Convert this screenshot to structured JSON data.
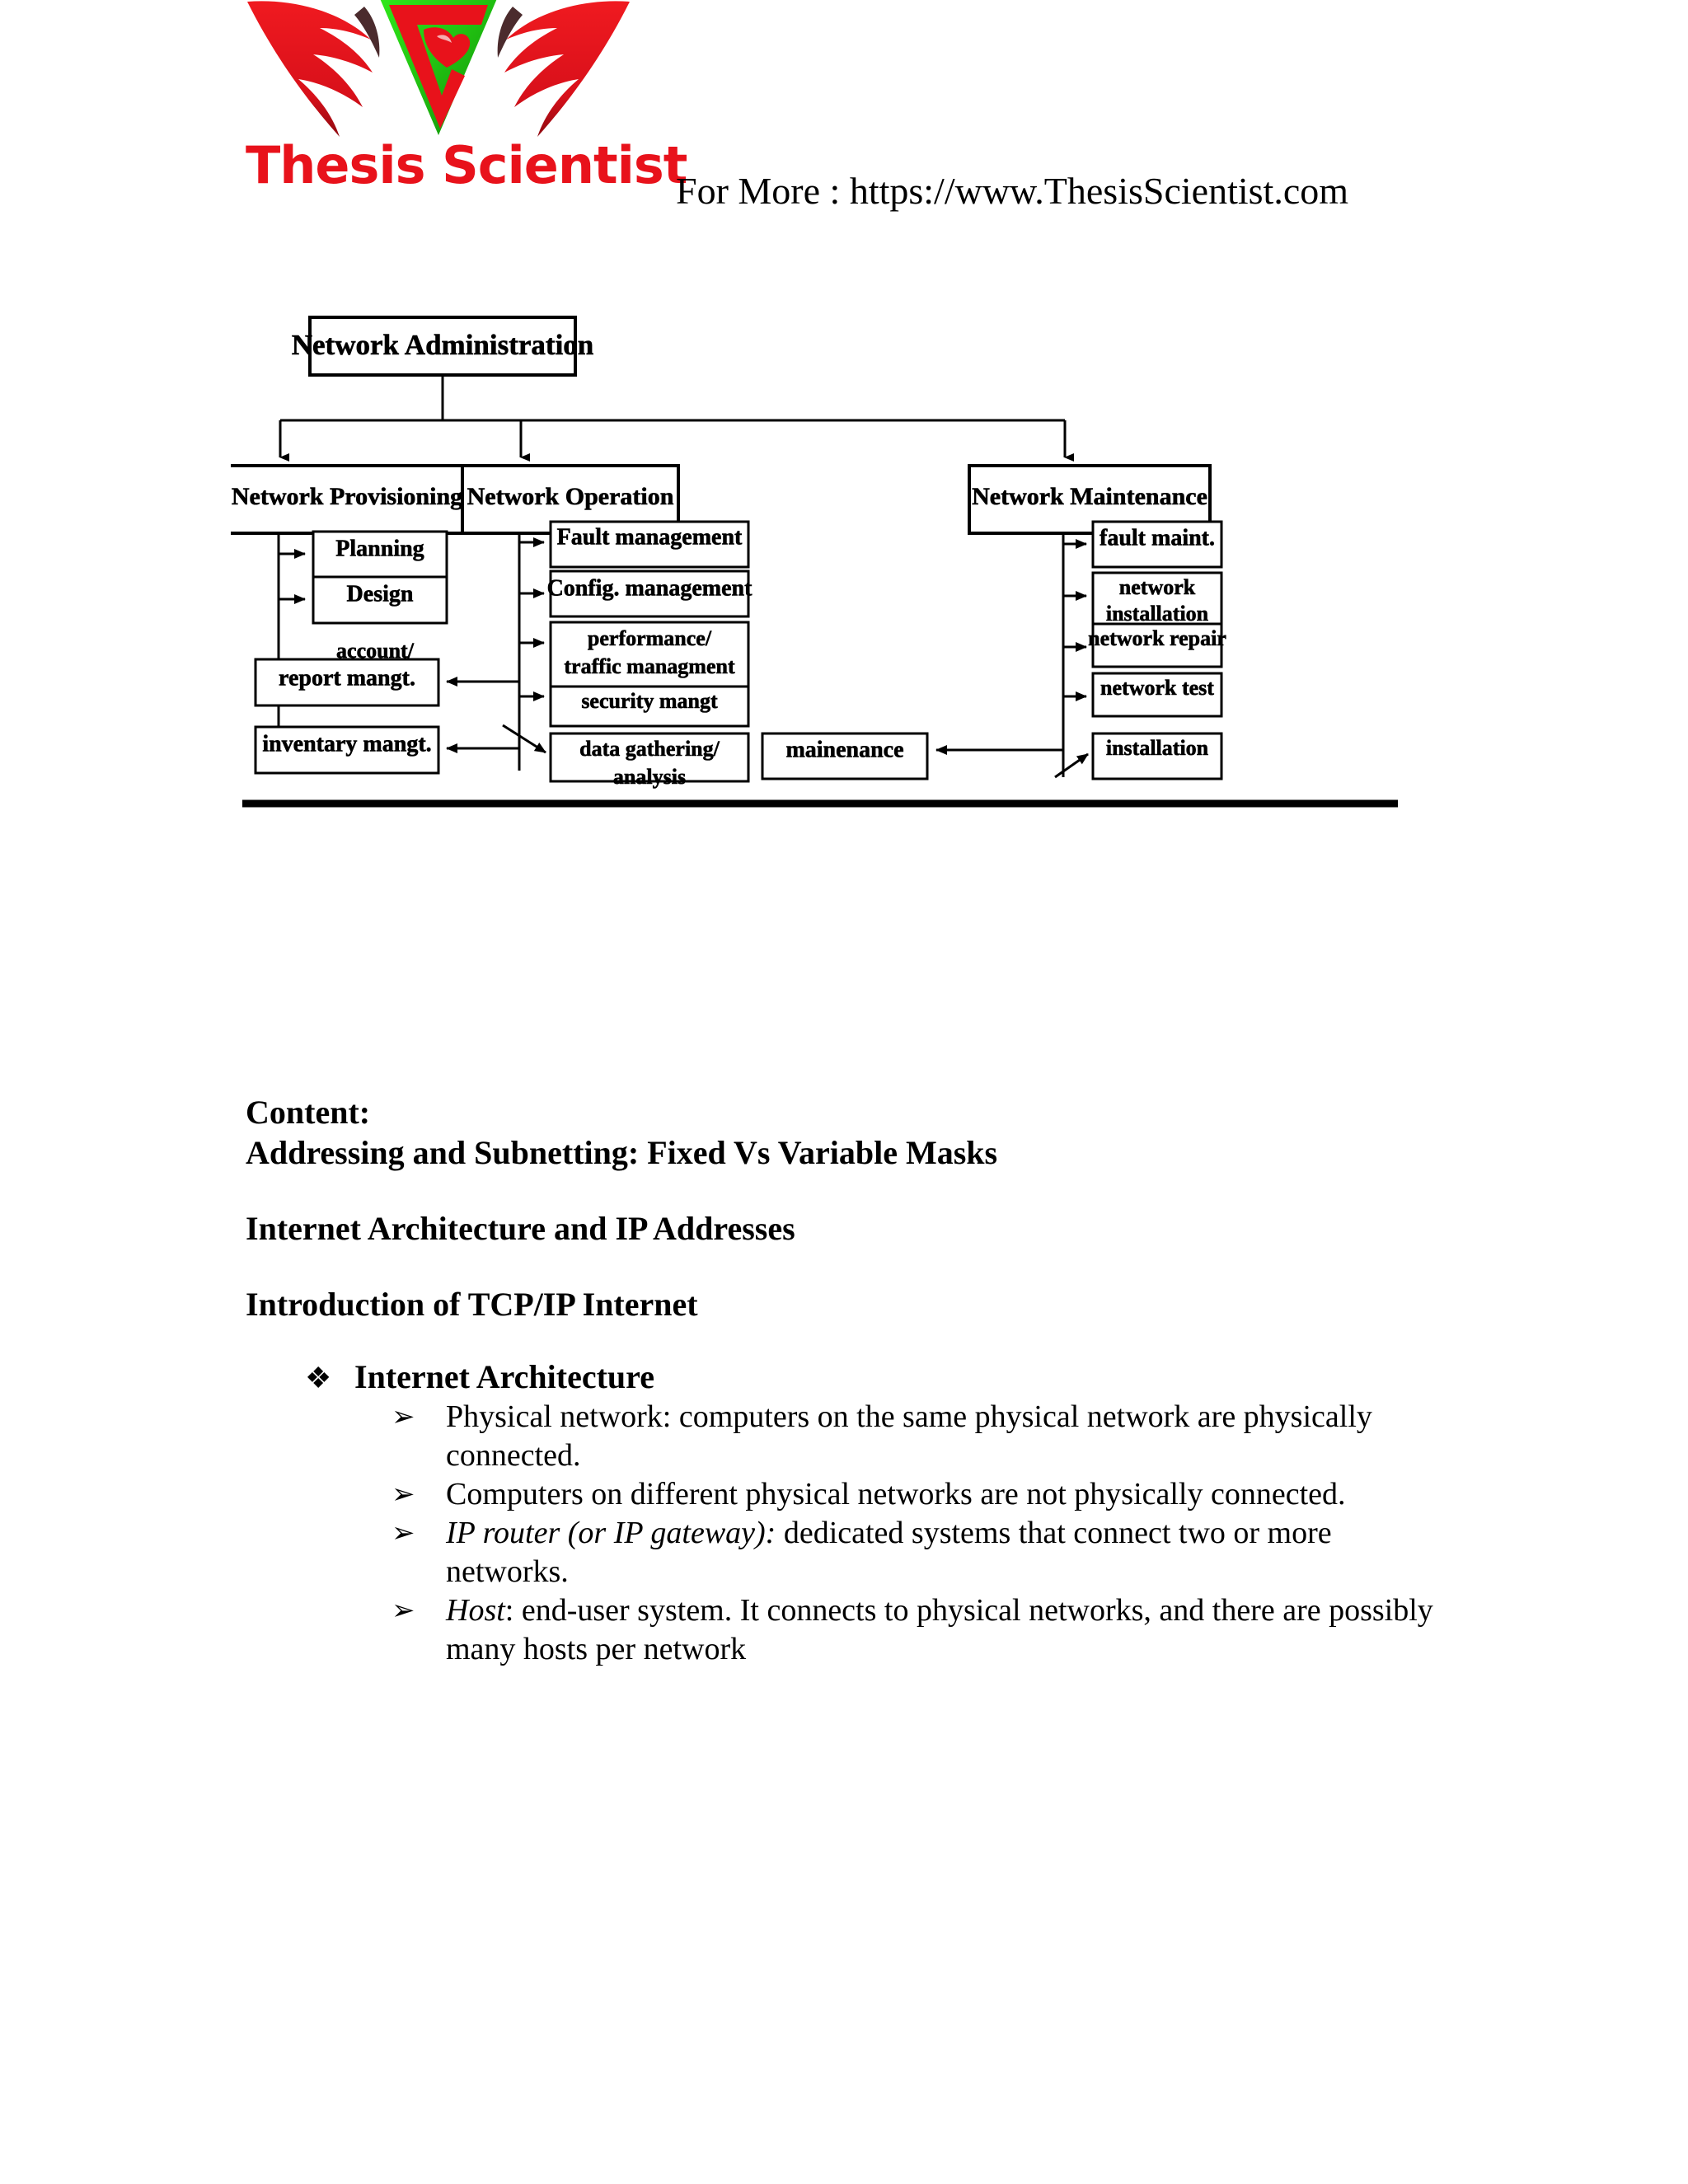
{
  "header": {
    "logo_text": "Thesis Scientist",
    "logo_colors": {
      "wing": "#e8121b",
      "triangle_outline": "#22c412",
      "triangle_fill": "#e8121b",
      "wordmark": "#e8121b"
    },
    "url_line": "For More : https://www.ThesisScientist.com"
  },
  "diagram": {
    "title": "Network Administration",
    "root": "Network Administration",
    "branches": [
      {
        "label": "Network Provisioning",
        "children": [
          "Planning",
          "Design"
        ]
      },
      {
        "label": "Network Operation",
        "children": [
          "Fault management",
          "Config. management",
          "performance/",
          "traffic managment",
          "security mangt",
          "data gathering/",
          "analysis"
        ]
      },
      {
        "label": "Network Maintenance",
        "children": [
          "fault maint.",
          "network",
          "installation",
          "network repair",
          "network test",
          "installation"
        ]
      }
    ],
    "boxes": {
      "root": "Network Administration",
      "provisioning": "Network Provisioning",
      "operation": "Network Operation",
      "maintenance": "Network Maintenance",
      "planning": "Planning",
      "design": "Design",
      "account_label": "account/",
      "report_mangt": "report mangt.",
      "inventory_mangt": "inventary mangt.",
      "fault_management": "Fault management",
      "config_management": "Config. management",
      "performance_line1": "performance/",
      "performance_line2": "traffic managment",
      "security_mangt": "security mangt",
      "data_gathering_line1": "data gathering/",
      "data_gathering_line2": "analysis",
      "mainenance": "mainenance",
      "fault_maint": "fault maint.",
      "network_install_line1": "network",
      "network_install_line2": "installation",
      "network_repair": "network repair",
      "network_test": "network test",
      "installation": "installation"
    }
  },
  "content": {
    "heading_content": "Content:",
    "heading_addressing": "Addressing and Subnetting: Fixed Vs Variable Masks",
    "heading_internet_arch": "Internet Architecture and IP Addresses",
    "heading_intro_tcpip": "Introduction of TCP/IP Internet",
    "bullet_diamond": "❖",
    "bullet_arrow": "➢",
    "l1_internet_architecture": "Internet Architecture",
    "items": [
      {
        "italic_lead": "",
        "text": "Physical network: computers on the same physical network are physically connected."
      },
      {
        "italic_lead": "",
        "text": "Computers on different physical networks are not physically connected."
      },
      {
        "italic_lead": "IP router (or IP gateway):",
        "text": " dedicated systems that connect two or more networks."
      },
      {
        "italic_lead": "Host",
        "text": ": end-user system. It connects to physical networks, and there are possibly many hosts per network"
      }
    ]
  }
}
